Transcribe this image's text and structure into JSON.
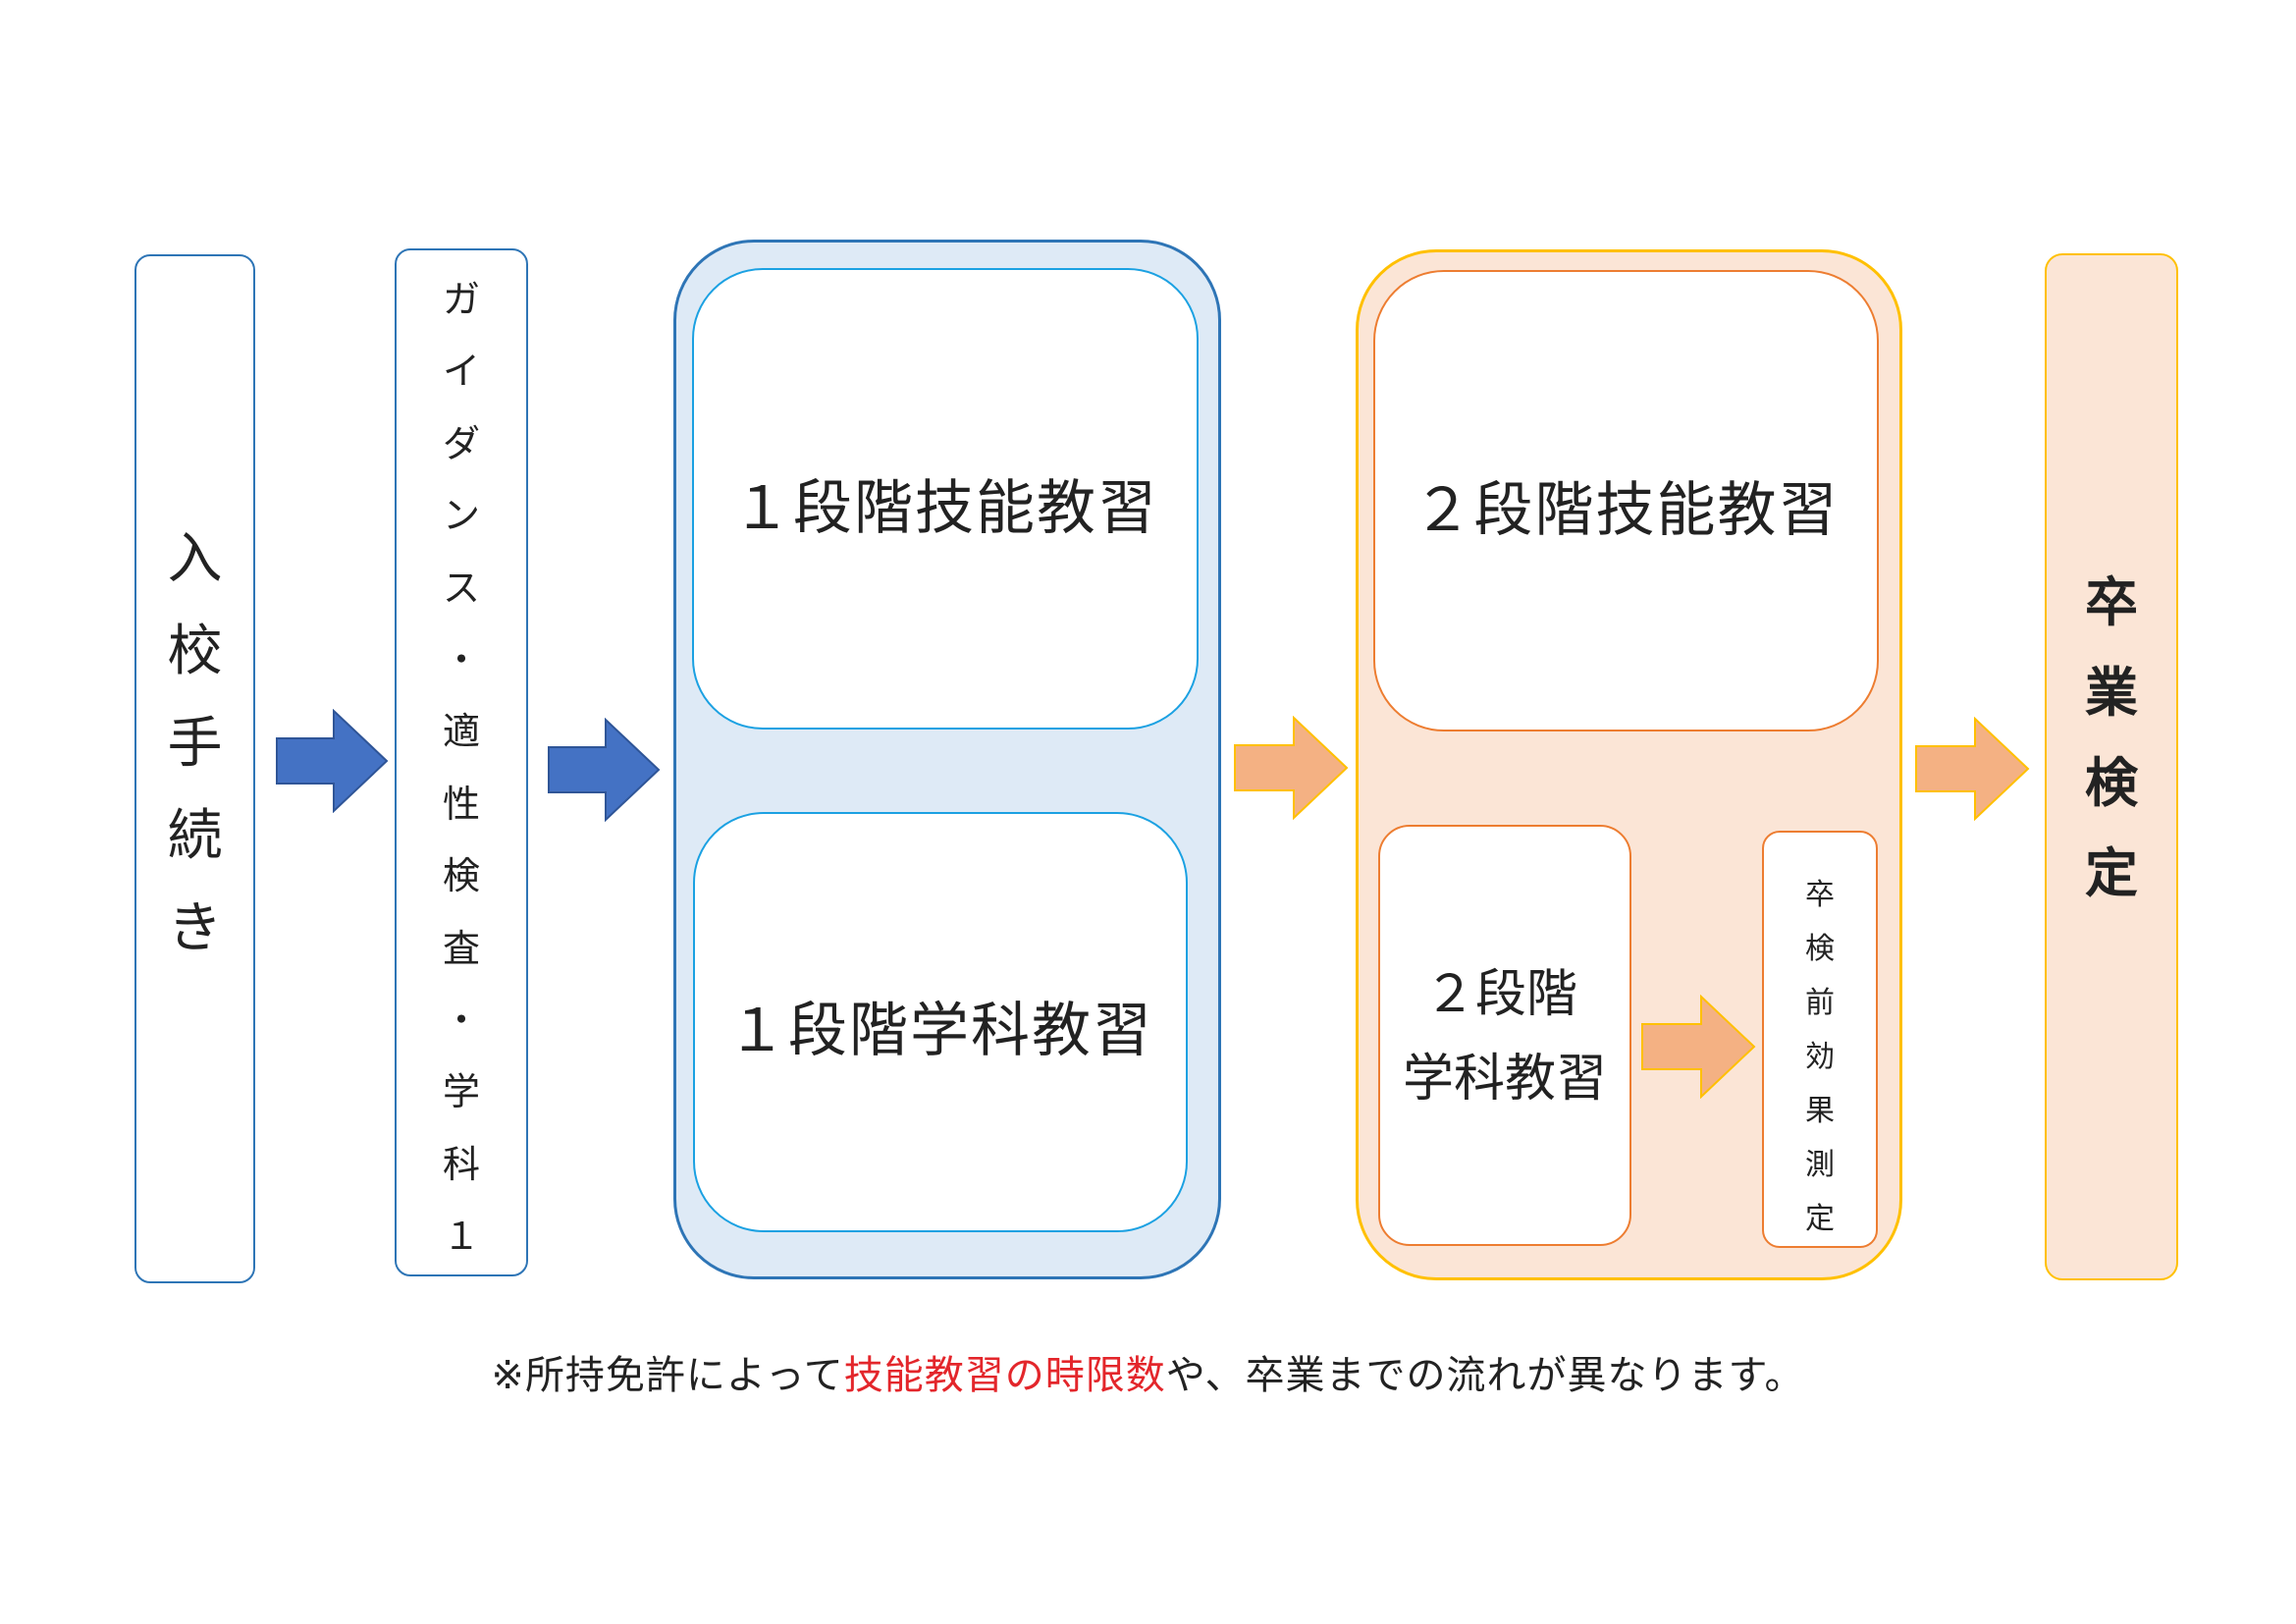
{
  "colors": {
    "blue_border": "#2E75B6",
    "blue_inner_border": "#1BA1E2",
    "blue_fill": "#DEEAF6",
    "blue_arrow": "#4472C4",
    "blue_arrow_border": "#2F5597",
    "orange_border": "#FFC000",
    "orange_inner_border": "#ED7D31",
    "orange_fill": "#FBE5D6",
    "orange_arrow": "#F4B183",
    "note_red": "#E3262B"
  },
  "steps": {
    "enrollment": "入校手続き",
    "guidance": "ガイダンス・適性検査・学科１",
    "stage1_skill": "１段階技能教習",
    "stage1_academic": "１段階学科教習",
    "stage2_skill": "２段階技能教習",
    "stage2_academic_line1": "２段階",
    "stage2_academic_line2": "学科教習",
    "pre_graduation_test": "卒検前効果測定",
    "graduation_exam": "卒業検定"
  },
  "note": {
    "prefix": "※所持免許によって",
    "highlight": "技能教習の時限数",
    "suffix": "や、卒業までの流れが異なります。"
  }
}
